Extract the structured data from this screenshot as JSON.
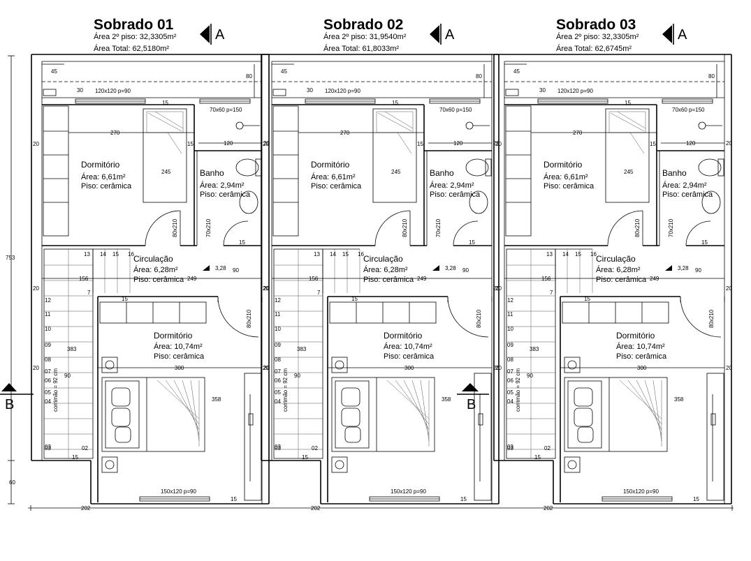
{
  "houses": [
    {
      "title": "Sobrado 01",
      "area2": "Área 2º piso: 32,3305m²",
      "areaTotal": "Área Total: 62,5180m²"
    },
    {
      "title": "Sobrado 02",
      "area2": "Área 2º piso: 31,9540m²",
      "areaTotal": "Área Total: 61,8033m²"
    },
    {
      "title": "Sobrado 03",
      "area2": "Área 2º piso: 32,3305m²",
      "areaTotal": "Área Total: 62,6745m²"
    }
  ],
  "section_a": "A",
  "section_b": "B",
  "rooms": {
    "dorm1": {
      "name": "Dormitório",
      "area": "Área: 6,61m²",
      "piso": "Piso: cerâmica"
    },
    "banho": {
      "name": "Banho",
      "area": "Área: 2,94m²",
      "piso": "Piso: cerâmica"
    },
    "circ": {
      "name": "Circulação",
      "area": "Área: 6,28m²",
      "piso": "Piso: cerâmica"
    },
    "dorm2": {
      "name": "Dormitório",
      "area": "Área: 10,74m²",
      "piso": "Piso: cerâmica"
    }
  },
  "stair": {
    "corrimao": "corrimão = 92 cm",
    "steps": [
      "02",
      "03",
      "04",
      "05",
      "06",
      "07",
      "08",
      "09",
      "10",
      "11",
      "12",
      "13",
      "14",
      "15",
      "16"
    ]
  },
  "dims": {
    "d45": "45",
    "d80": "80",
    "d30": "30",
    "w120x120": "120x120 p=90",
    "d15": "15",
    "w70x60": "70x60 p=150",
    "d270": "270",
    "d20": "20",
    "d120": "120",
    "d245": "245",
    "door80x210": "80x210",
    "door70x210": "70x210",
    "d156": "156",
    "d7": "7",
    "d249": "249",
    "d90": "90",
    "d328": "3,28",
    "d383": "383",
    "d300": "300",
    "d358": "358",
    "w150x120": "150x120 p=90",
    "d202": "202",
    "d753": "753",
    "d60": "60"
  }
}
